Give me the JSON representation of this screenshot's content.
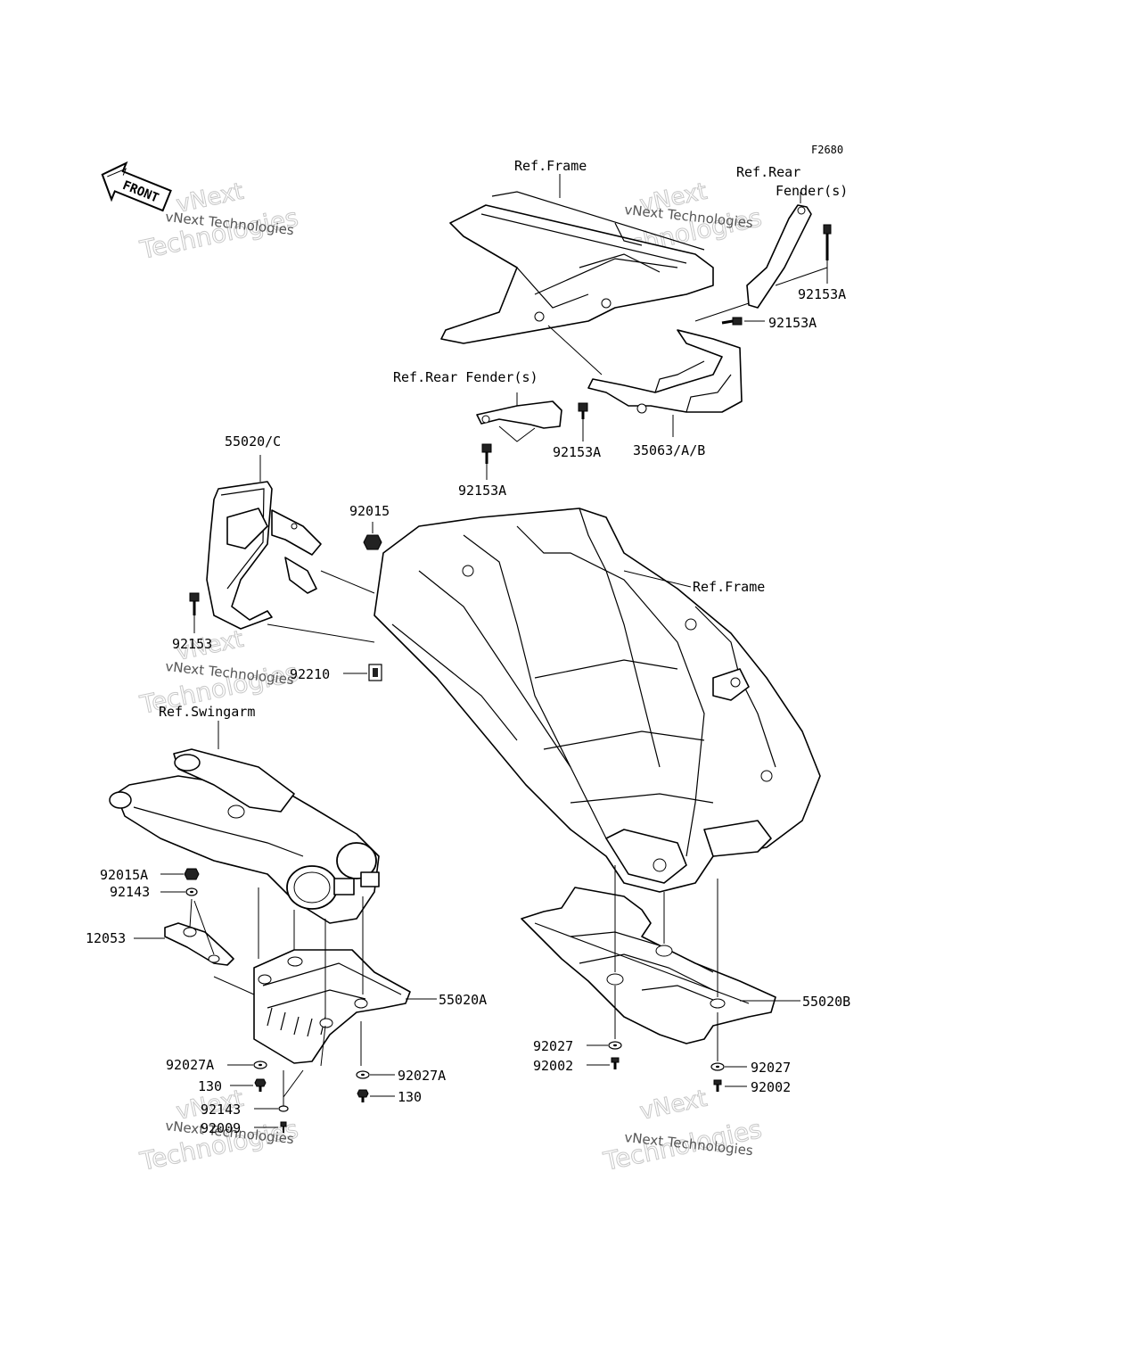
{
  "figure_code": "F2680",
  "front_marker": "FRONT",
  "watermark": {
    "line1": "vNext",
    "line2": "Technologies",
    "small": "vNext Technologies"
  },
  "labels": {
    "ref_frame_top": "Ref.Frame",
    "ref_rear_fender_right_1": "Ref.Rear",
    "ref_rear_fender_right_2": "Fender(s)",
    "ref_rear_fender_left": "Ref.Rear Fender(s)",
    "p92153A_1": "92153A",
    "p92153A_2": "92153A",
    "p92153A_3": "92153A",
    "p92153A_4": "92153A",
    "p35063": "35063/A/B",
    "p55020C": "55020/C",
    "p92015": "92015",
    "ref_frame_mid": "Ref.Frame",
    "p92153": "92153",
    "p92210": "92210",
    "ref_swingarm": "Ref.Swingarm",
    "p92015A": "92015A",
    "p92143_1": "92143",
    "p12053": "12053",
    "p55020A": "55020A",
    "p55020B": "55020B",
    "p92027_1": "92027",
    "p92002_1": "92002",
    "p92027A_1": "92027A",
    "p130_1": "130",
    "p92027A_2": "92027A",
    "p130_2": "130",
    "p92143_2": "92143",
    "p92009": "92009",
    "p92027_2": "92027",
    "p92002_2": "92002"
  }
}
